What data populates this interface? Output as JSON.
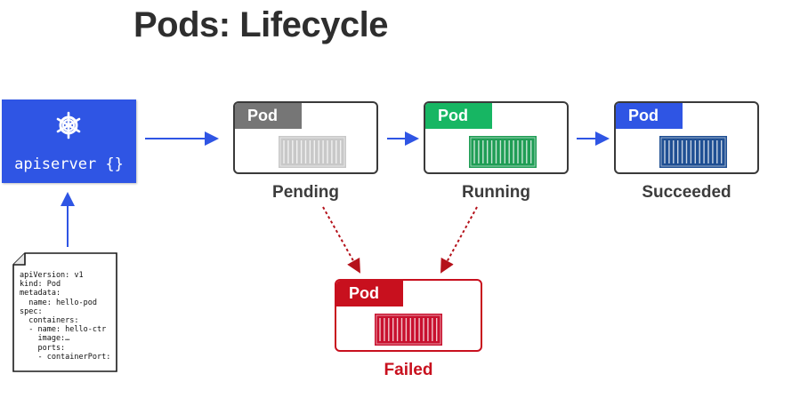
{
  "title": "Pods: Lifecycle",
  "apiserver": {
    "label": "apiserver {}",
    "icon": "kubernetes-wheel-icon",
    "color": "#2f55e4"
  },
  "manifest": {
    "lines": [
      "apiVersion: v1",
      "kind: Pod",
      "metadata:",
      "  name: hello-pod",
      "spec:",
      "  containers:",
      "  - name: hello-ctr",
      "    image:…",
      "    ports:",
      "    - containerPort:"
    ]
  },
  "pods": {
    "pending": {
      "tag": "Pod",
      "state": "Pending",
      "tag_color": "#767676",
      "container_color": "#c8c8c8"
    },
    "running": {
      "tag": "Pod",
      "state": "Running",
      "tag_color": "#17b663",
      "container_color": "#1f9d55"
    },
    "succeeded": {
      "tag": "Pod",
      "state": "Succeeded",
      "tag_color": "#2f55e4",
      "container_color": "#1f4f93"
    },
    "failed": {
      "tag": "Pod",
      "state": "Failed",
      "tag_color": "#c8101e",
      "container_color": "#c8102e"
    }
  }
}
